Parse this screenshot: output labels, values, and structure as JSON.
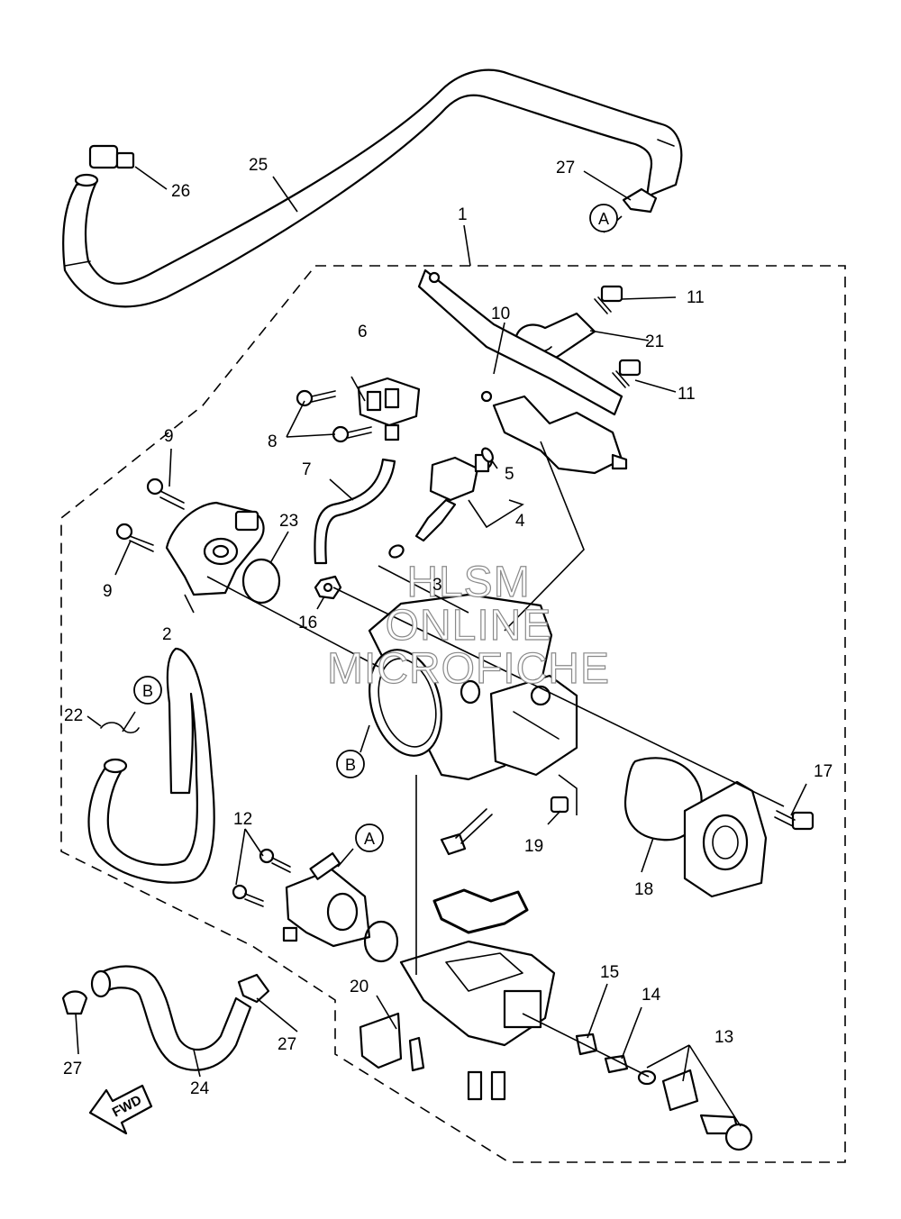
{
  "callouts": [
    {
      "id": "1",
      "label": "1"
    },
    {
      "id": "2",
      "label": "2"
    },
    {
      "id": "3",
      "label": "3"
    },
    {
      "id": "4",
      "label": "4"
    },
    {
      "id": "5",
      "label": "5"
    },
    {
      "id": "6",
      "label": "6"
    },
    {
      "id": "7",
      "label": "7"
    },
    {
      "id": "8",
      "label": "8"
    },
    {
      "id": "9a",
      "label": "9"
    },
    {
      "id": "9b",
      "label": "9"
    },
    {
      "id": "10",
      "label": "10"
    },
    {
      "id": "11a",
      "label": "11"
    },
    {
      "id": "11b",
      "label": "11"
    },
    {
      "id": "12",
      "label": "12"
    },
    {
      "id": "13",
      "label": "13"
    },
    {
      "id": "14",
      "label": "14"
    },
    {
      "id": "15",
      "label": "15"
    },
    {
      "id": "16",
      "label": "16"
    },
    {
      "id": "17",
      "label": "17"
    },
    {
      "id": "18",
      "label": "18"
    },
    {
      "id": "19",
      "label": "19"
    },
    {
      "id": "20",
      "label": "20"
    },
    {
      "id": "21",
      "label": "21"
    },
    {
      "id": "22",
      "label": "22"
    },
    {
      "id": "23",
      "label": "23"
    },
    {
      "id": "24",
      "label": "24"
    },
    {
      "id": "25",
      "label": "25"
    },
    {
      "id": "26",
      "label": "26"
    },
    {
      "id": "27a",
      "label": "27"
    },
    {
      "id": "27b",
      "label": "27"
    },
    {
      "id": "27c",
      "label": "27"
    }
  ],
  "refs": {
    "a_top": "A",
    "a_mid": "A",
    "b_left": "B",
    "b_body": "B"
  },
  "watermark": {
    "line1": "HLSM",
    "line2": "ONLINE",
    "line3": "MICROFICHE"
  },
  "fwd_label": "FWD"
}
